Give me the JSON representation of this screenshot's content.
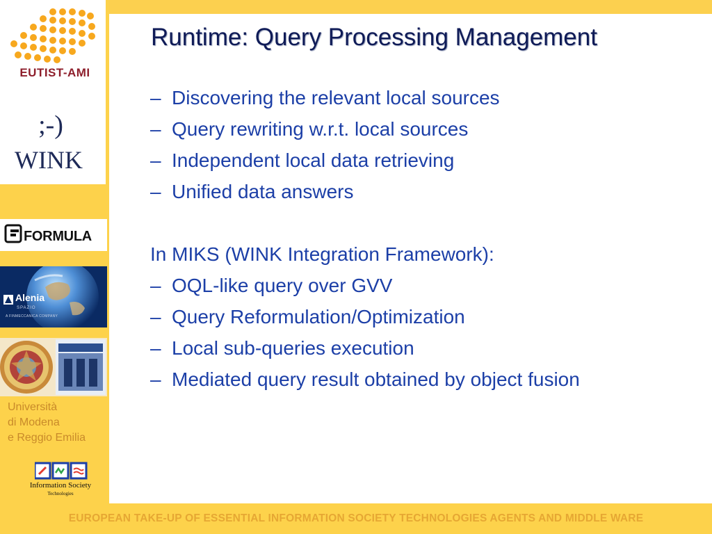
{
  "slide": {
    "title": "Runtime: Query Processing Management",
    "bullets_group_1": [
      "Discovering the relevant local sources",
      "Query rewriting w.r.t. local sources",
      "Independent local data retrieving",
      "Unified data answers"
    ],
    "section_heading": "In MIKS (WINK Integration Framework):",
    "bullets_group_2": [
      "OQL-like query over GVV",
      "Query Reformulation/Optimization",
      "Local sub-queries execution",
      "Mediated query result obtained by object fusion"
    ],
    "dash": "–",
    "footer": "EUROPEAN TAKE-UP OF ESSENTIAL INFORMATION SOCIETY TECHNOLOGIES AGENTS AND MIDDLE WARE"
  },
  "sidebar": {
    "eutist_logo_text": "EUTIST-AMI",
    "wink_smiley": ";-)",
    "wink_word": "WINK",
    "formula_logo_text": "FORMULA",
    "alenia_name": "Alenia",
    "alenia_sub": "SPAZIO",
    "alenia_sub2": "A FINMECCANICA COMPANY",
    "university_lines": [
      "Università",
      "di Modena",
      "e Reggio Emilia"
    ],
    "ist_text": "Information Society",
    "ist_sub": "Technologies"
  },
  "colors": {
    "yellow_band": "#FDD24B",
    "title_color": "#0F1B57",
    "body_text": "#1C3FA7",
    "footer_text": "#E6A733",
    "eutist_dots": "#F7A81E",
    "eutist_text": "#8E1F2C"
  }
}
